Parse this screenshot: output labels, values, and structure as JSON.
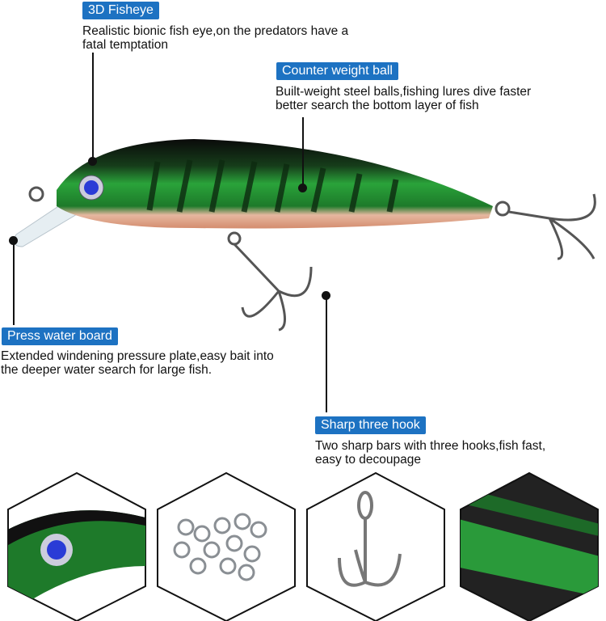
{
  "callouts": [
    {
      "title": "3D Fisheye",
      "text": [
        "Realistic bionic fish eye,on the predators have a",
        "fatal temptation"
      ]
    },
    {
      "title": "Counter weight ball",
      "text": [
        "Built-weight steel balls,fishing lures dive  faster",
        "better search the  bottom layer of fish"
      ]
    },
    {
      "title": "Press water board",
      "text": [
        "Extended windening pressure plate,easy bait into",
        "the deeper water search for large fish."
      ]
    },
    {
      "title": "Sharp three hook",
      "text": [
        "Two sharp bars with three hooks,fish fast,",
        "easy to decoupage"
      ]
    }
  ],
  "colors": {
    "label_bg": "#1d72c2",
    "lure_green": "#1f8a2e",
    "lure_back": "#111111",
    "belly": "#e8a98c"
  }
}
